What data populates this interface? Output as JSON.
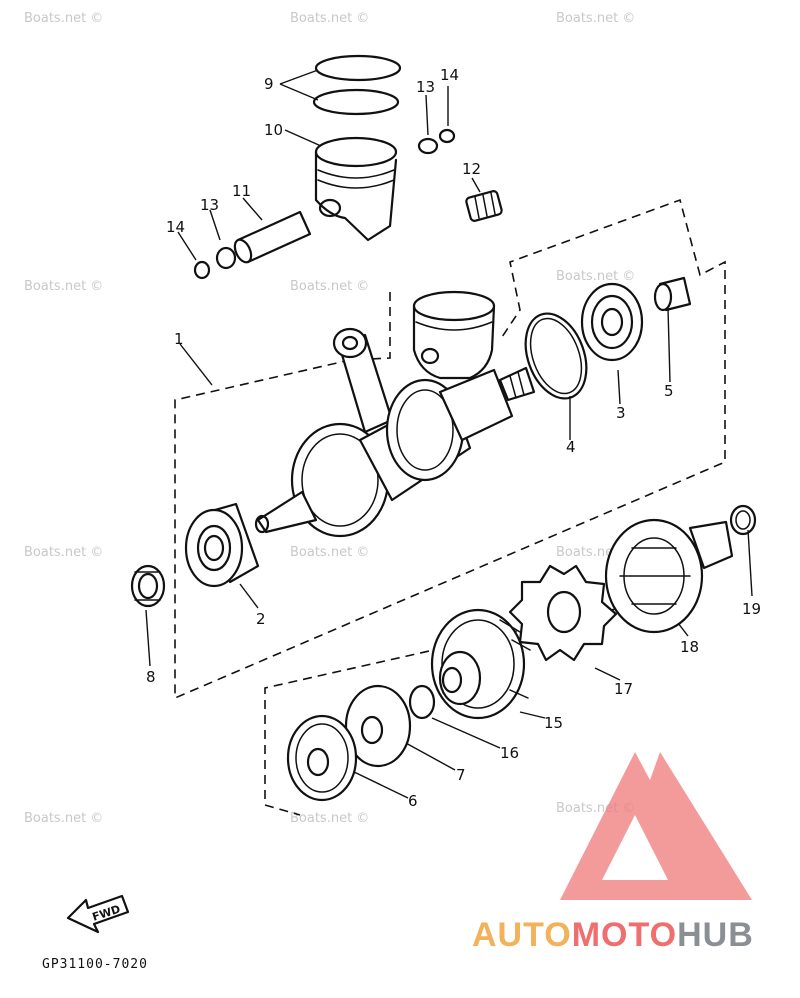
{
  "callouts": [
    {
      "num": "1"
    },
    {
      "num": "2"
    },
    {
      "num": "3"
    },
    {
      "num": "4"
    },
    {
      "num": "5"
    },
    {
      "num": "6"
    },
    {
      "num": "7"
    },
    {
      "num": "8"
    },
    {
      "num": "9"
    },
    {
      "num": "10"
    },
    {
      "num": "11"
    },
    {
      "num": "12"
    },
    {
      "num": "13"
    },
    {
      "num": "13"
    },
    {
      "num": "14"
    },
    {
      "num": "14"
    },
    {
      "num": "15"
    },
    {
      "num": "16"
    },
    {
      "num": "17"
    },
    {
      "num": "18"
    },
    {
      "num": "19"
    }
  ],
  "watermark_text": "Boats.net ©",
  "fwd_label": "FWD",
  "diagram_code": "GP31100-7020",
  "logo": {
    "word_auto": "AUTO",
    "word_moto": "MOTO",
    "word_hub": "HUB",
    "color_auto": "#f2b25a",
    "color_moto": "#ef6e6e",
    "color_hub": "#8a8f95",
    "triangle_color": "#ef7a7a"
  }
}
